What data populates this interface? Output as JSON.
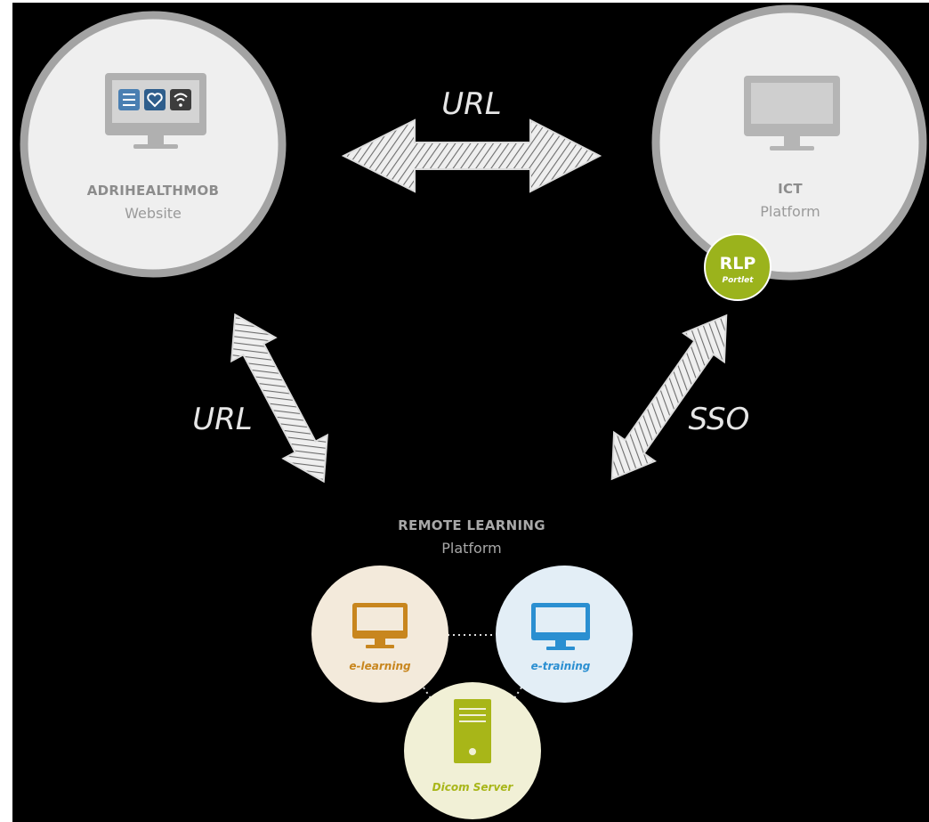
{
  "nodes": {
    "adrihealthmob": {
      "title": "ADRIHEALTHMOB",
      "subtitle": "Website"
    },
    "ict": {
      "title": "ICT",
      "subtitle": "Platform",
      "badge": {
        "title": "RLP",
        "subtitle": "Portlet"
      }
    },
    "remote_learning": {
      "title": "REMOTE LEARNING",
      "subtitle": "Platform",
      "modules": [
        {
          "label": "e-learning",
          "color": "#c8861e",
          "bg": "#f3eadb"
        },
        {
          "label": "e-training",
          "color": "#2b8fd1",
          "bg": "#e3eef6"
        },
        {
          "label": "Dicom Server",
          "color": "#a8b618",
          "bg": "#f1f0d6"
        }
      ]
    }
  },
  "links": {
    "top": "URL",
    "left": "URL",
    "right": "SSO"
  },
  "colors": {
    "background": "#000000",
    "node_fill": "#efefef",
    "node_ring": "#a3a3a3",
    "badge": "#9bb31c",
    "arrow": "#d8d8d8"
  },
  "icons": {
    "adrihealthmob": "monitor-with-apps-icon",
    "ict": "monitor-icon",
    "e_learning": "monitor-icon",
    "e_training": "monitor-icon",
    "dicom_server": "server-tower-icon"
  }
}
